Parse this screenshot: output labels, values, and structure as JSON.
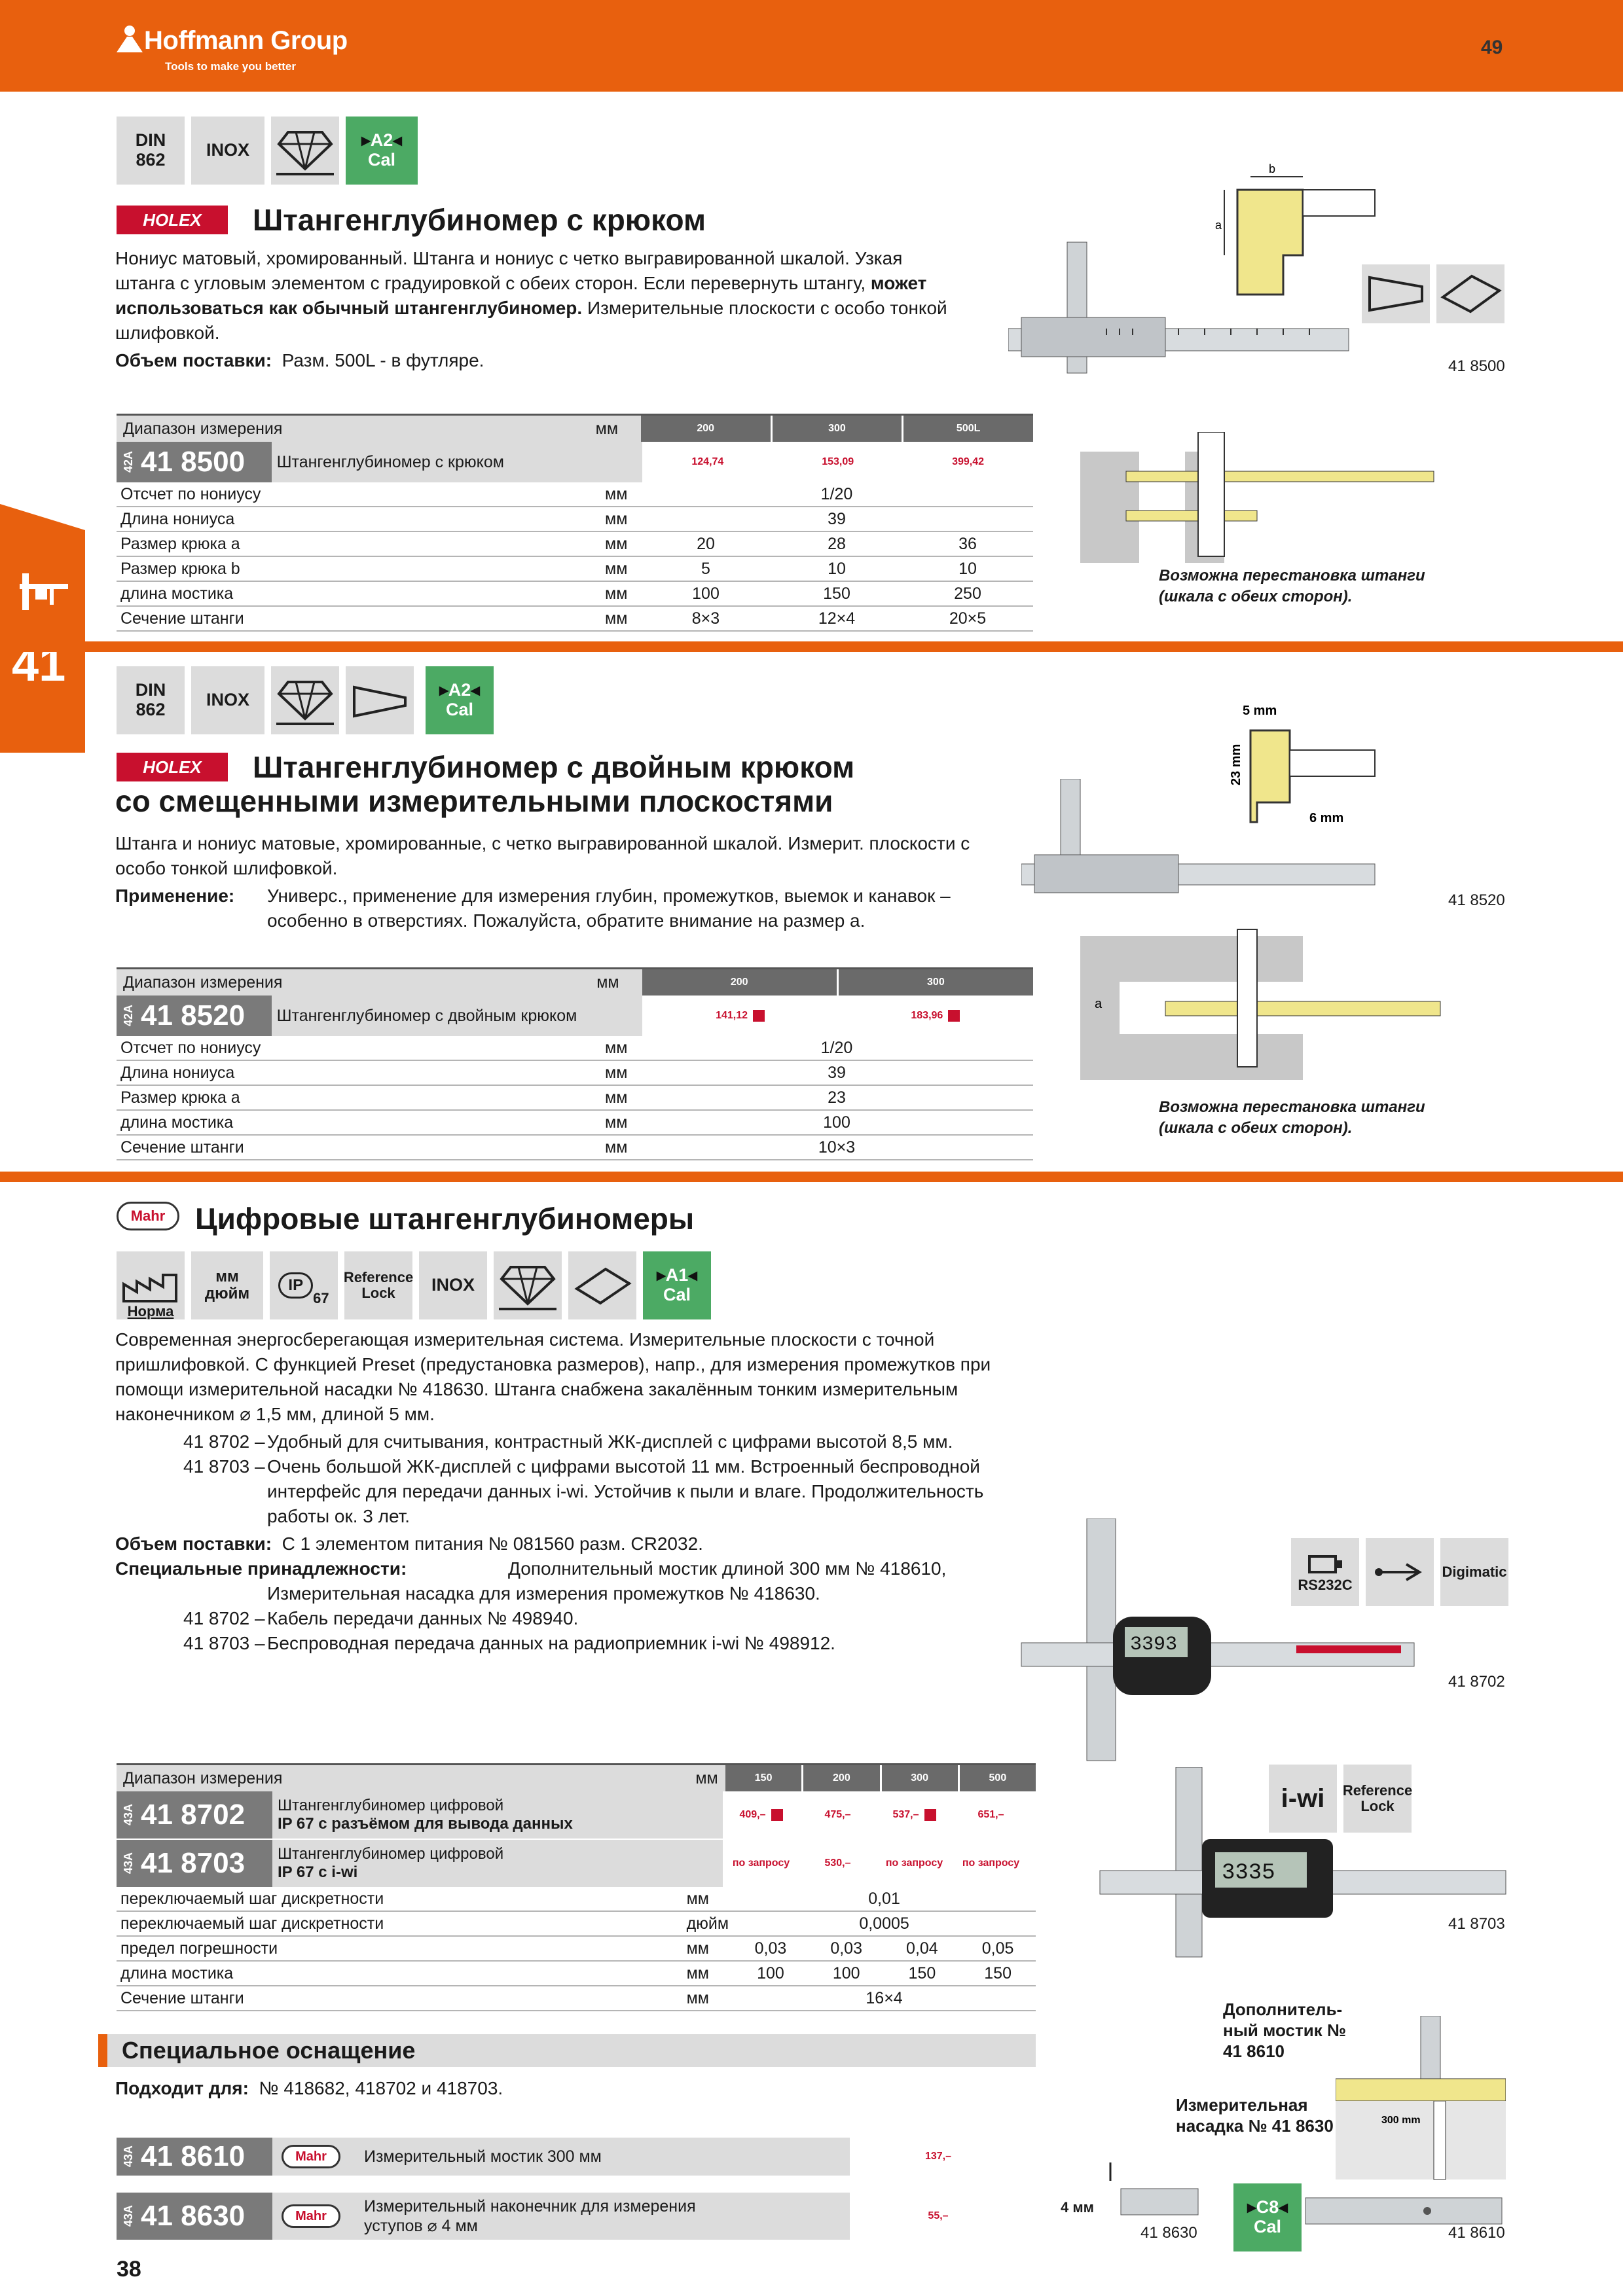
{
  "header": {
    "brand": "Hoffmann Group",
    "tagline": "Tools to make you better",
    "page_number": "49",
    "lang": "RUE"
  },
  "sidebar": {
    "section_number": "41"
  },
  "footer": {
    "page_number": "38"
  },
  "product1": {
    "icons": {
      "din": "DIN\n862",
      "inox": "INOX",
      "a2": "A2",
      "cal": "Cal"
    },
    "brand": "HOLEX",
    "title": "Штангенглубиномер с крюком",
    "desc_1": "Нониус матовый, хромированный. Штанга и нониус с четко выгравированной шкалой. Узкая",
    "desc_2": "штанга с угловым элементом с градуировкой с обеих сторон. Если перевернуть штангу,",
    "desc_2b": "может",
    "desc_3b": "использоваться как обычный штангенглубиномер.",
    "desc_3": "Измерительные плоскости с особо тонкой",
    "desc_4": "шлифовкой.",
    "delivery_label": "Объем поставки:",
    "delivery": "Разм. 500L - в футляре.",
    "image_label": "41 8500",
    "dim_a": "a",
    "dim_b": "b",
    "caption_1": "Возможна перестановка штанги",
    "caption_2": "(шкала с обеих сторон).",
    "table": {
      "range_label": "Диапазон измерения",
      "unit": "мм",
      "sizes": [
        "200",
        "300",
        "500L"
      ],
      "code_prefix": "42A",
      "article": "41 8500",
      "article_name": "Штангенглубиномер с крюком",
      "prices": [
        "124,74",
        "153,09",
        "399,42"
      ],
      "rows": [
        {
          "label": "Отсчет по нониусу",
          "unit": "мм",
          "values": [
            "1/20"
          ]
        },
        {
          "label": "Длина нониуса",
          "unit": "мм",
          "values": [
            "39"
          ]
        },
        {
          "label": "Размер крюка a",
          "unit": "мм",
          "values": [
            "20",
            "28",
            "36"
          ]
        },
        {
          "label": "Размер крюка b",
          "unit": "мм",
          "values": [
            "5",
            "10",
            "10"
          ]
        },
        {
          "label": "длина мостика",
          "unit": "мм",
          "values": [
            "100",
            "150",
            "250"
          ]
        },
        {
          "label": "Сечение штанги",
          "unit": "мм",
          "values": [
            "8×3",
            "12×4",
            "20×5"
          ]
        }
      ]
    }
  },
  "product2": {
    "icons": {
      "din": "DIN\n862",
      "inox": "INOX",
      "a2": "A2",
      "cal": "Cal"
    },
    "brand": "HOLEX",
    "title_1": "Штангенглубиномер с двойным крюком",
    "title_2": "со смещенными измерительными плоскостями",
    "desc_1": "Штанга и нониус матовые, хромированные, с четко выгравированной шкалой. Измерит. плоскости с",
    "desc_2": "особо тонкой шлифовкой.",
    "app_label": "Применение:",
    "app_1": "Универс., применение для измерения глубин, промежутков, выемок и канавок –",
    "app_2": "особенно в отверстиях. Пожалуйста, обратите внимание на размер a.",
    "image_label": "41 8520",
    "dim_5": "5 mm",
    "dim_23": "23 mm",
    "dim_6": "6 mm",
    "dim_a": "a",
    "caption_1": "Возможна перестановка штанги",
    "caption_2": "(шкала с обеих сторон).",
    "table": {
      "range_label": "Диапазон измерения",
      "unit": "мм",
      "sizes": [
        "200",
        "300"
      ],
      "code_prefix": "42A",
      "article": "41 8520",
      "article_name": "Штангенглубиномер с двойным крюком",
      "prices": [
        "141,12",
        "183,96"
      ],
      "rows": [
        {
          "label": "Отсчет по нониусу",
          "unit": "мм",
          "values": [
            "1/20"
          ]
        },
        {
          "label": "Длина нониуса",
          "unit": "мм",
          "values": [
            "39"
          ]
        },
        {
          "label": "Размер крюка a",
          "unit": "мм",
          "values": [
            "23"
          ]
        },
        {
          "label": "длина мостика",
          "unit": "мм",
          "values": [
            "100"
          ]
        },
        {
          "label": "Сечение штанги",
          "unit": "мм",
          "values": [
            "10×3"
          ]
        }
      ]
    }
  },
  "product3": {
    "brand": "Mahr",
    "title": "Цифровые штангенглубиномеры",
    "icons": {
      "norma": "Норма",
      "mm": "мм",
      "inch": "дюйм",
      "ip": "IP",
      "ip_num": "67",
      "ref1": "Reference",
      "ref2": "Lock",
      "inox": "INOX",
      "a1": "A1",
      "cal": "Cal"
    },
    "desc_1": "Современная энергосберегающая измерительная система. Измерительные плоскости с точной",
    "desc_2": "пришлифовкой. С функцией Preset (предустановка размеров), напр., для измерения промежутков при",
    "desc_3": "помощи измерительной насадки № 418630. Штанга снабжена закалённым тонким измерительным",
    "desc_4": "наконечником ⌀ 1,5 мм, длиной 5 мм.",
    "feat_a_code": "41 8702 –",
    "feat_a": "Удобный для считывания, контрастный ЖК-дисплей с цифрами высотой 8,5 мм.",
    "feat_b_code": "41 8703 –",
    "feat_b_1": "Очень большой ЖК-дисплей с цифрами высотой 11 мм. Встроенный беспроводной",
    "feat_b_2": "интерфейс для передачи данных i-wi. Устойчив к пыли и влаге. Продолжительность",
    "feat_b_3": "работы ок. 3 лет.",
    "delivery_label": "Объем поставки:",
    "delivery": "С 1 элементом питания № 081560 разм. CR2032.",
    "acc_label": "Специальные принадлежности:",
    "acc_1": "Дополнительный мостик длиной 300 мм № 418610,",
    "acc_2": "Измерительная насадка для измерения промежутков № 418630.",
    "acc_3_code": "41 8702 –",
    "acc_3": "Кабель передачи данных № 498940.",
    "acc_4_code": "41 8703 –",
    "acc_4": "Беспроводная передача данных на радиоприемник i-wi № 498912.",
    "right_icons": {
      "rs": "RS232C",
      "digimatic": "Digimatic",
      "iwi": "i-wi",
      "ref1": "Reference",
      "ref2": "Lock"
    },
    "display_a": "3393",
    "display_b": "3335",
    "image_label_a": "41 8702",
    "image_label_b": "41 8703",
    "table": {
      "range_label": "Диапазон измерения",
      "unit": "мм",
      "sizes": [
        "150",
        "200",
        "300",
        "500"
      ],
      "articles": [
        {
          "prefix": "43A",
          "code": "41 8702",
          "name_1": "Штангенглубиномер цифровой",
          "name_2": "IP 67 с разъёмом для вывода данных",
          "prices": [
            "409,–",
            "475,–",
            "537,–",
            "651,–"
          ]
        },
        {
          "prefix": "43A",
          "code": "41 8703",
          "name_1": "Штангенглубиномер цифровой",
          "name_2": "IP 67 с i-wi",
          "prices": [
            "по запросу",
            "530,–",
            "по запросу",
            "по запросу"
          ]
        }
      ],
      "rows": [
        {
          "label": "переключаемый шаг дискретности",
          "unit": "мм",
          "values": [
            "0,01"
          ]
        },
        {
          "label": "переключаемый шаг дискретности",
          "unit": "дюйм",
          "values": [
            "0,0005"
          ]
        },
        {
          "label": "предел погрешности",
          "unit": "мм",
          "values": [
            "0,03",
            "0,03",
            "0,04",
            "0,05"
          ]
        },
        {
          "label": "длина мостика",
          "unit": "мм",
          "values": [
            "100",
            "100",
            "150",
            "150"
          ]
        },
        {
          "label": "Сечение штанги",
          "unit": "мм",
          "values": [
            "16×4"
          ]
        }
      ]
    }
  },
  "special": {
    "title": "Специальное оснащение",
    "fits_label": "Подходит для:",
    "fits": "№ 418682, 418702 и 418703.",
    "items": [
      {
        "prefix": "43A",
        "code": "41 8610",
        "brand": "Mahr",
        "name_1": "Измерительный мостик 300 мм",
        "name_2": "",
        "price": "137,–"
      },
      {
        "prefix": "43A",
        "code": "41 8630",
        "brand": "Mahr",
        "name_1": "Измерительный наконечник для измерения",
        "name_2": "уступов ⌀ 4 мм",
        "price": "55,–"
      }
    ],
    "label_bridge_1": "Дополнитель-",
    "label_bridge_2": "ный мостик №",
    "label_bridge_3": "41 8610",
    "label_tip_1": "Измерительная",
    "label_tip_2": "насадка № 41 8630",
    "dim_300": "300 mm",
    "dim_4": "4 мм",
    "c8": "C8",
    "cal": "Cal",
    "image_label_a": "41 8630",
    "image_label_b": "41 8610"
  }
}
